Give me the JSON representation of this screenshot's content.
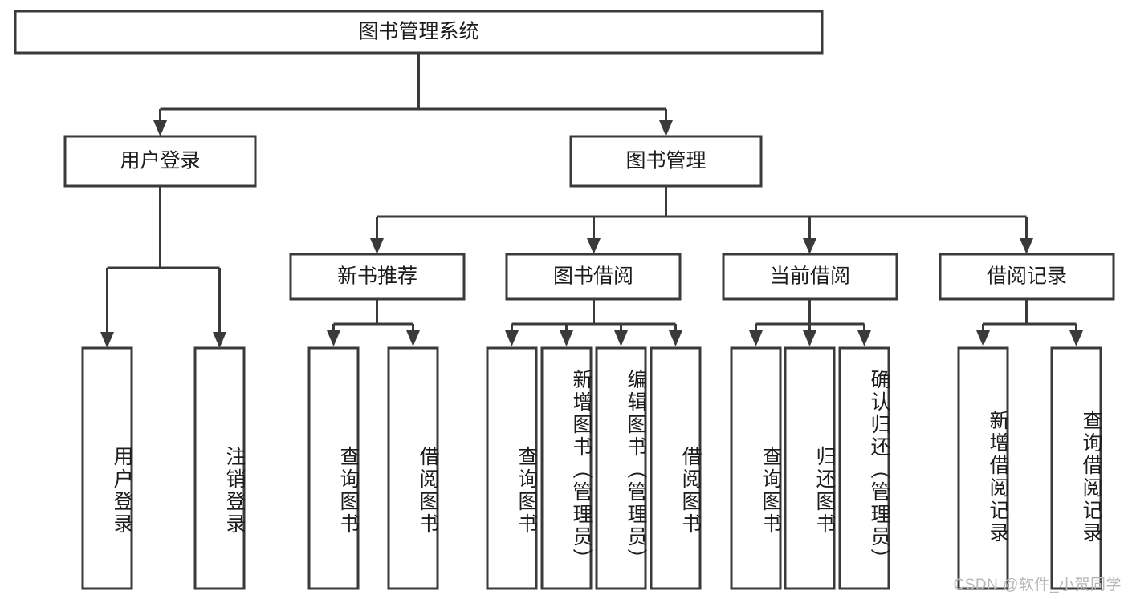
{
  "diagram": {
    "title": "图书管理系统",
    "type": "hierarchy-tree",
    "colors": {
      "box_stroke": "#3a3a3a",
      "box_fill": "#ffffff",
      "connector": "#3a3a3a",
      "text": "#1c1c1c",
      "watermark": "#b8b8b8",
      "background": "#ffffff"
    },
    "root": {
      "label": "图书管理系统"
    },
    "level2": [
      {
        "label": "用户登录"
      },
      {
        "label": "图书管理"
      }
    ],
    "level3": [
      {
        "label": "新书推荐"
      },
      {
        "label": "图书借阅"
      },
      {
        "label": "当前借阅"
      },
      {
        "label": "借阅记录"
      }
    ],
    "leaves": {
      "user_login": [
        {
          "label": "用户登录"
        },
        {
          "label": "注销登录"
        }
      ],
      "new_book_recommend": [
        {
          "label": "查询图书"
        },
        {
          "label": "借阅图书"
        }
      ],
      "book_borrow": [
        {
          "label": "查询图书"
        },
        {
          "label": "新增图书（管理员）"
        },
        {
          "label": "编辑图书（管理员）"
        },
        {
          "label": "借阅图书"
        }
      ],
      "current_borrow": [
        {
          "label": "查询图书"
        },
        {
          "label": "归还图书"
        },
        {
          "label": "确认归还（管理员）"
        }
      ],
      "borrow_record": [
        {
          "label": "新增借阅记录"
        },
        {
          "label": "查询借阅记录"
        }
      ]
    }
  },
  "watermark": {
    "text": "CSDN @软件_小贺同学"
  }
}
